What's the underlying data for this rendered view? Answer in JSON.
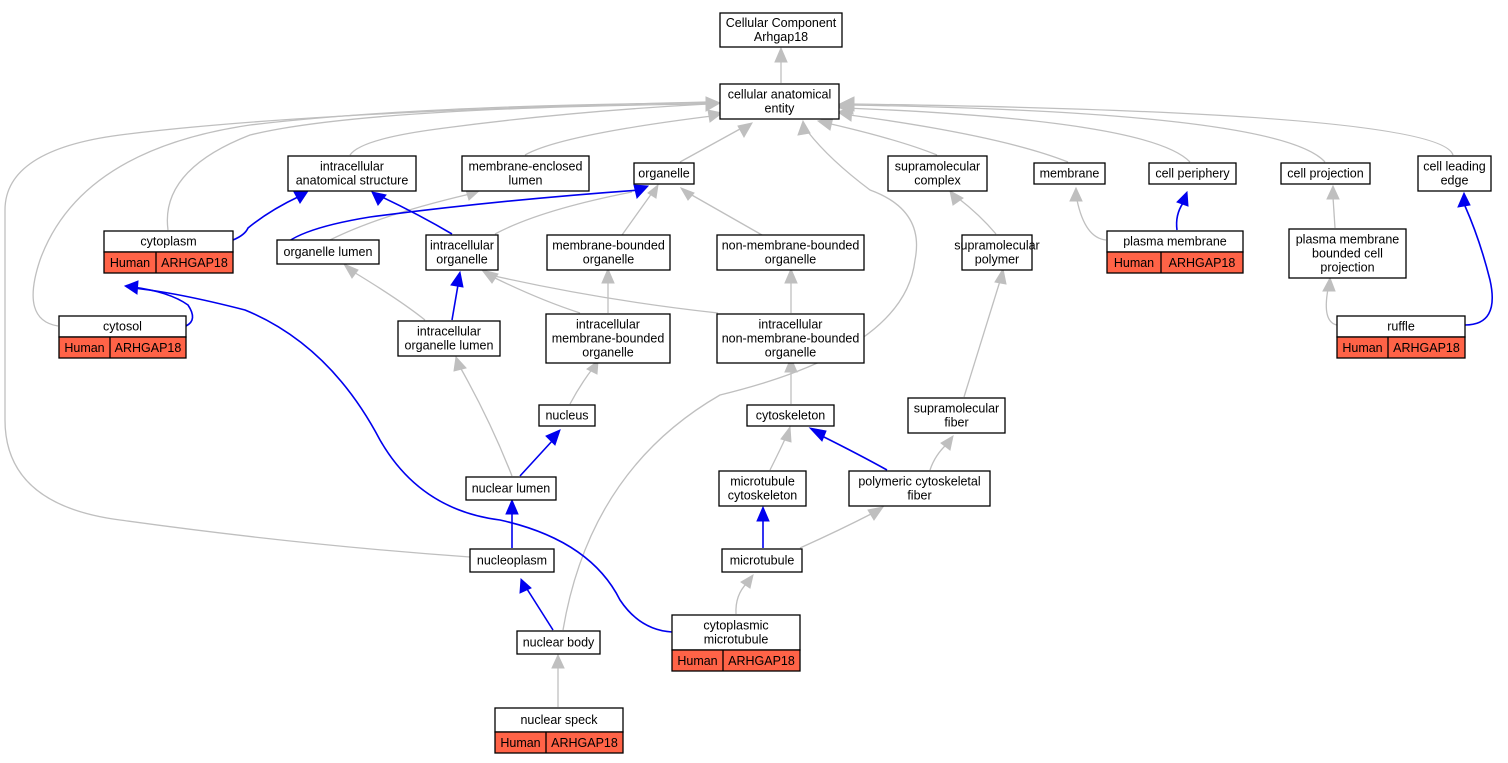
{
  "nodes": {
    "root": [
      "Cellular Component",
      "Arhgap18"
    ],
    "cae": [
      "cellular anatomical",
      "entity"
    ],
    "ias": [
      "intracellular",
      "anatomical structure"
    ],
    "mel": [
      "membrane-enclosed",
      "lumen"
    ],
    "organelle": [
      "organelle"
    ],
    "smc": [
      "supramolecular",
      "complex"
    ],
    "membrane": [
      "membrane"
    ],
    "cellper": [
      "cell periphery"
    ],
    "cellproj": [
      "cell projection"
    ],
    "cle": [
      "cell leading",
      "edge"
    ],
    "cytoplasm": [
      "cytoplasm"
    ],
    "orglumen": [
      "organelle lumen"
    ],
    "intorg": [
      "intracellular",
      "organelle"
    ],
    "mbo": [
      "membrane-bounded",
      "organelle"
    ],
    "nmbo": [
      "non-membrane-bounded",
      "organelle"
    ],
    "plasmamem": [
      "plasma membrane"
    ],
    "smpoly": [
      "supramolecular",
      "polymer"
    ],
    "pmbcp": [
      "plasma membrane",
      "bounded cell",
      "projection"
    ],
    "cytosol": [
      "cytosol"
    ],
    "iol": [
      "intracellular",
      "organelle lumen"
    ],
    "imbo": [
      "intracellular",
      "membrane-bounded",
      "organelle"
    ],
    "inmbo": [
      "intracellular",
      "non-membrane-bounded",
      "organelle"
    ],
    "ruffle": [
      "ruffle"
    ],
    "nucleus": [
      "nucleus"
    ],
    "cytoskeleton": [
      "cytoskeleton"
    ],
    "smfiber": [
      "supramolecular",
      "fiber"
    ],
    "nuclumen": [
      "nuclear lumen"
    ],
    "mtcyto": [
      "microtubule",
      "cytoskeleton"
    ],
    "pcf": [
      "polymeric cytoskeletal",
      "fiber"
    ],
    "nucleoplasm": [
      "nucleoplasm"
    ],
    "microtubule": [
      "microtubule"
    ],
    "cytomt": [
      "cytoplasmic",
      "microtubule"
    ],
    "nucbody": [
      "nuclear body"
    ],
    "nucspeck": [
      "nuclear speck"
    ]
  },
  "annotation": {
    "species": "Human",
    "gene": "ARHGAP18"
  },
  "annotated_nodes": [
    "cytoplasm",
    "plasmamem",
    "cytosol",
    "ruffle",
    "cytomt",
    "nucspeck"
  ],
  "edge_colors": {
    "is_a": "#bfbfbf",
    "part_of": "#0000ee"
  },
  "annotation_fill": "#ff6347"
}
